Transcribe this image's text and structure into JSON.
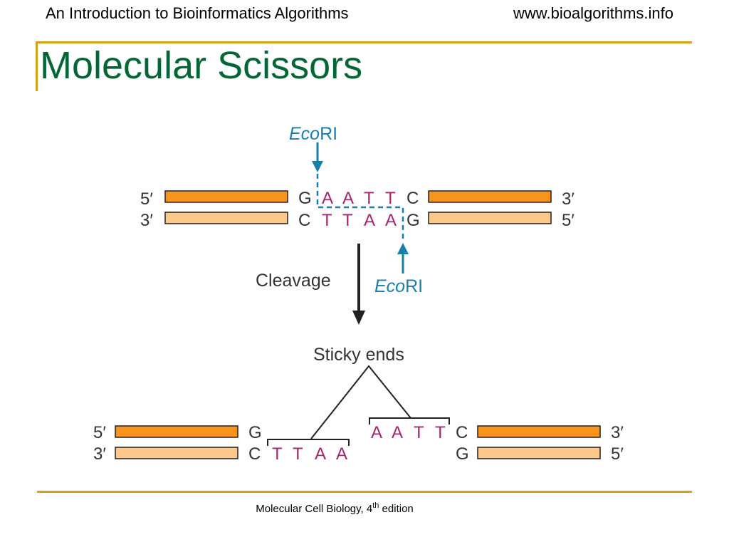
{
  "header": {
    "course_title": "An Introduction to Bioinformatics Algorithms",
    "website": "www.bioalgorithms.info"
  },
  "slide": {
    "title": "Molecular Scissors"
  },
  "diagram": {
    "enzyme_prefix": "Eco",
    "enzyme_suffix": "RI",
    "step_label": "Cleavage",
    "result_label": "Sticky ends",
    "end_5_prime": "5′",
    "end_3_prime": "3′",
    "before": {
      "top_left_base": "G",
      "top_site": [
        "A",
        "A",
        "T",
        "T"
      ],
      "top_right_base": "C",
      "bottom_left_base": "C",
      "bottom_site": [
        "T",
        "T",
        "A",
        "A"
      ],
      "bottom_right_base": "G"
    },
    "after": {
      "left_top_base": "G",
      "left_bottom_base": "C",
      "left_overhang": [
        "T",
        "T",
        "A",
        "A"
      ],
      "right_overhang": [
        "A",
        "A",
        "T",
        "T"
      ],
      "right_top_base": "C",
      "right_bottom_base": "G"
    }
  },
  "colors": {
    "title": "#006633",
    "rule": "#D4A017",
    "strand_dark": "#F7941D",
    "strand_light": "#FBC88A",
    "site_base": "#A2276F",
    "enzyme": "#1A7FA8",
    "text": "#333333"
  },
  "footer": {
    "caption_prefix": "Molecular Cell Biology, 4",
    "caption_superscript": "th",
    "caption_suffix": " edition"
  }
}
